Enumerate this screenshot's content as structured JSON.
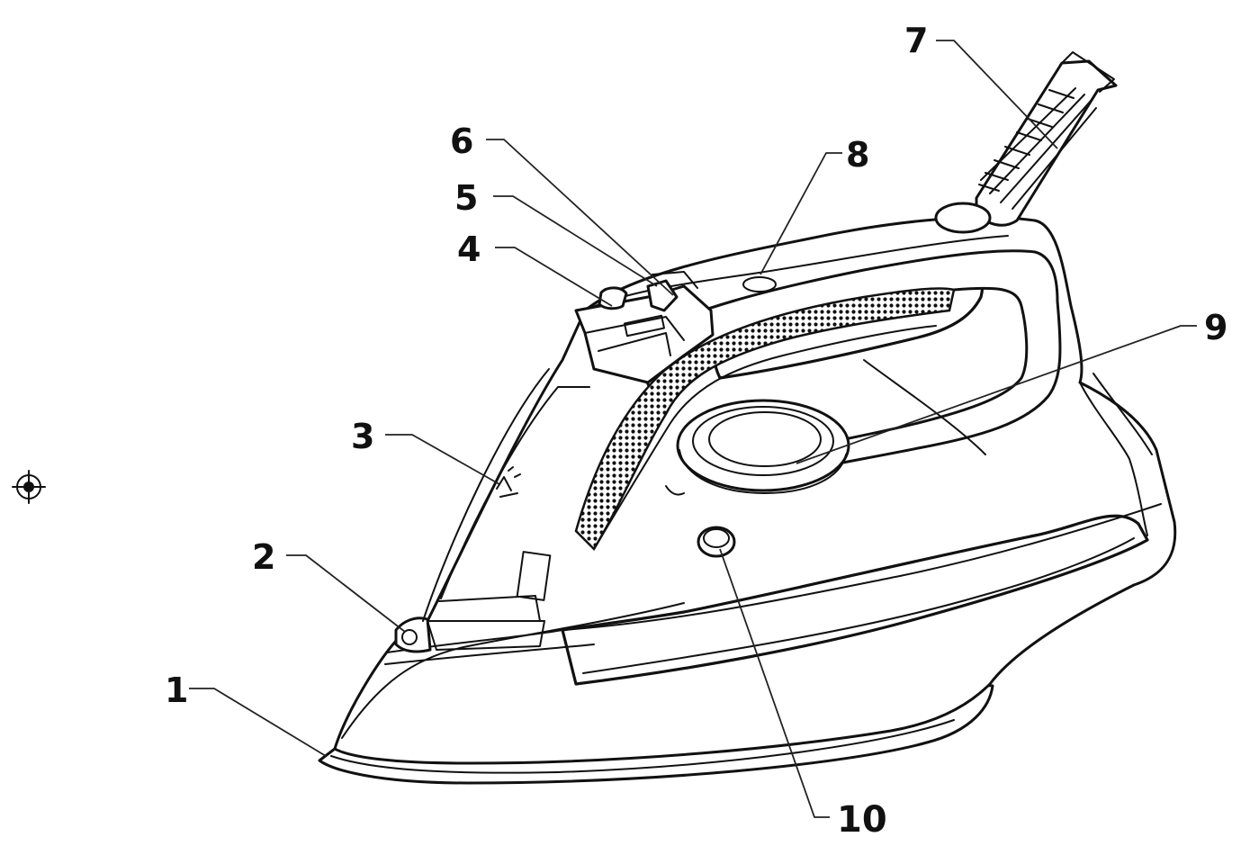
{
  "callouts": [
    {
      "id": 1,
      "label": "1"
    },
    {
      "id": 2,
      "label": "2"
    },
    {
      "id": 3,
      "label": "3"
    },
    {
      "id": 4,
      "label": "4"
    },
    {
      "id": 5,
      "label": "5"
    },
    {
      "id": 6,
      "label": "6"
    },
    {
      "id": 7,
      "label": "7"
    },
    {
      "id": 8,
      "label": "8"
    },
    {
      "id": 9,
      "label": "9"
    },
    {
      "id": 10,
      "label": "10"
    }
  ],
  "icons": {
    "registration_mark": "registration-crosshair-icon",
    "spray_symbol": "spray-icon",
    "texture": "dotted-grip-pattern"
  },
  "colors": {
    "line": "#111111",
    "background": "#ffffff"
  }
}
